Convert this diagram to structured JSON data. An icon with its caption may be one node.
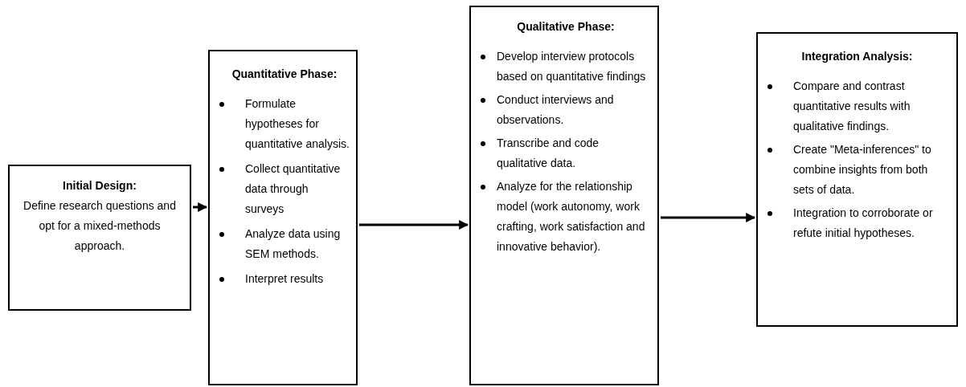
{
  "diagram": {
    "nodes": [
      {
        "text": [
          "Initial Design:",
          "Define research questions and opt for a mixed-methods approach."
        ]
      },
      {
        "text": [
          "Quantitative Phase:",
          "Formulate hypotheses for quantitative analysis.",
          "Collect quantitative data through surveys",
          "Analyze data using SEM methods.",
          "Interpret results"
        ]
      },
      {
        "text": [
          "Qualitative Phase:",
          "Develop interview protocols based on quantitative findings",
          "Conduct interviews and observations.",
          "Transcribe and code qualitative data.",
          "Analyze for the relationship model (work autonomy, work crafting, work satisfaction and innovative behavior)."
        ]
      },
      {
        "text": [
          "Integration Analysis:",
          "Compare and contrast quantitative results with qualitative findings.",
          "Create \"Meta-inferences\" to combine insights from both sets of data.",
          "Integration to corroborate or refute initial hypotheses."
        ]
      }
    ],
    "edges": [
      {
        "from": 0,
        "to": 1,
        "arrow": "to"
      },
      {
        "from": 1,
        "to": 2,
        "arrow": "to"
      },
      {
        "from": 2,
        "to": 3,
        "arrow": "to"
      }
    ]
  }
}
